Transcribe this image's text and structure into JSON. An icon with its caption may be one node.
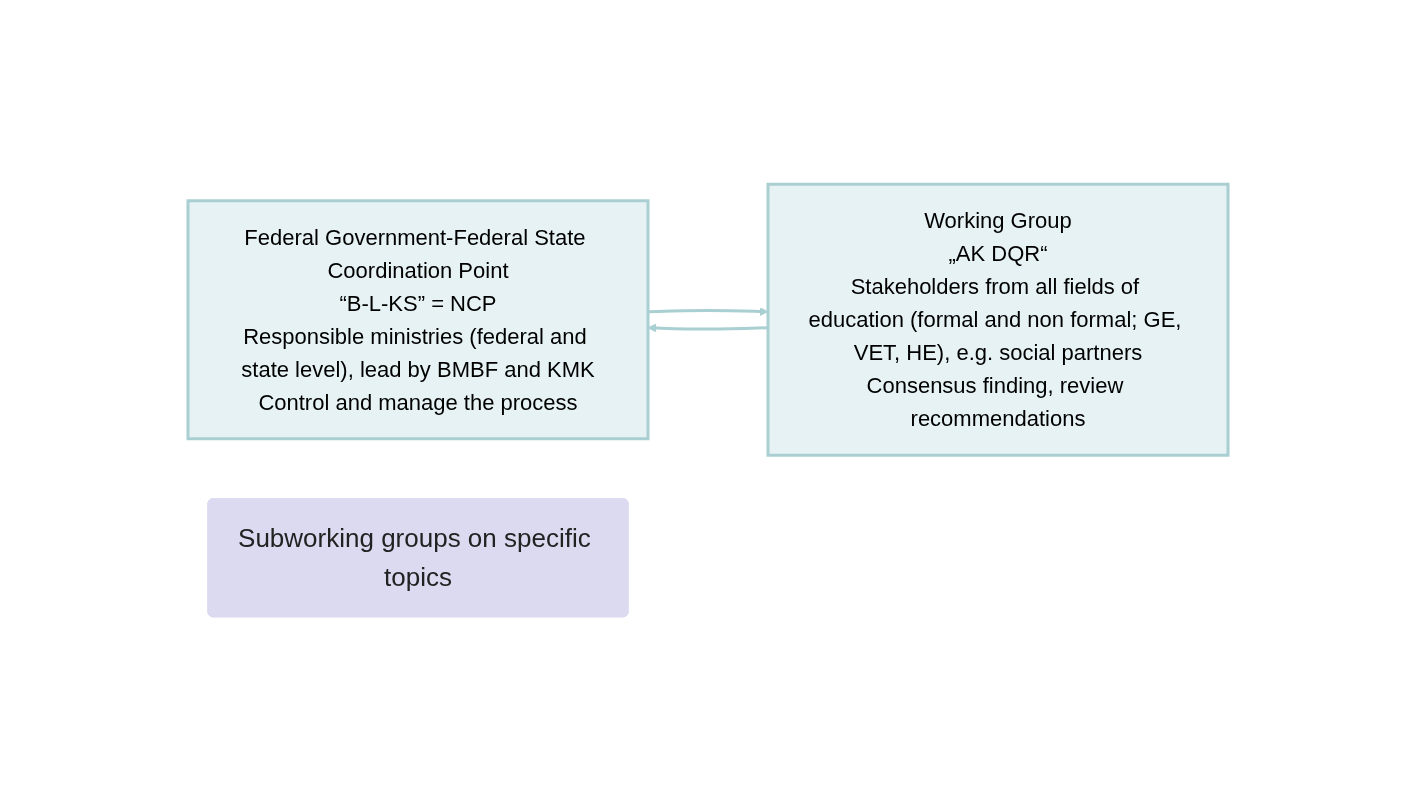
{
  "diagram": {
    "nodes": [
      {
        "text": [
          "Federal Government-Federal State Coordination Point",
          "“B-L-KS” = NCP",
          "Responsible ministries (federal and state level), lead by BMBF and KMK",
          "Control and manage the process"
        ]
      },
      {
        "text": [
          "Working Group",
          "„AK DQR“",
          "Stakeholders from all fields of education (formal and non formal; GE, VET, HE), e.g. social partners",
          "Consensus finding, review recommendations"
        ]
      },
      {
        "text": [
          "Subworking groups on specific topics"
        ]
      }
    ],
    "edges": [
      {
        "from": 0,
        "to": 1,
        "arrow": "to"
      },
      {
        "from": 1,
        "to": 0,
        "arrow": "to"
      }
    ]
  }
}
